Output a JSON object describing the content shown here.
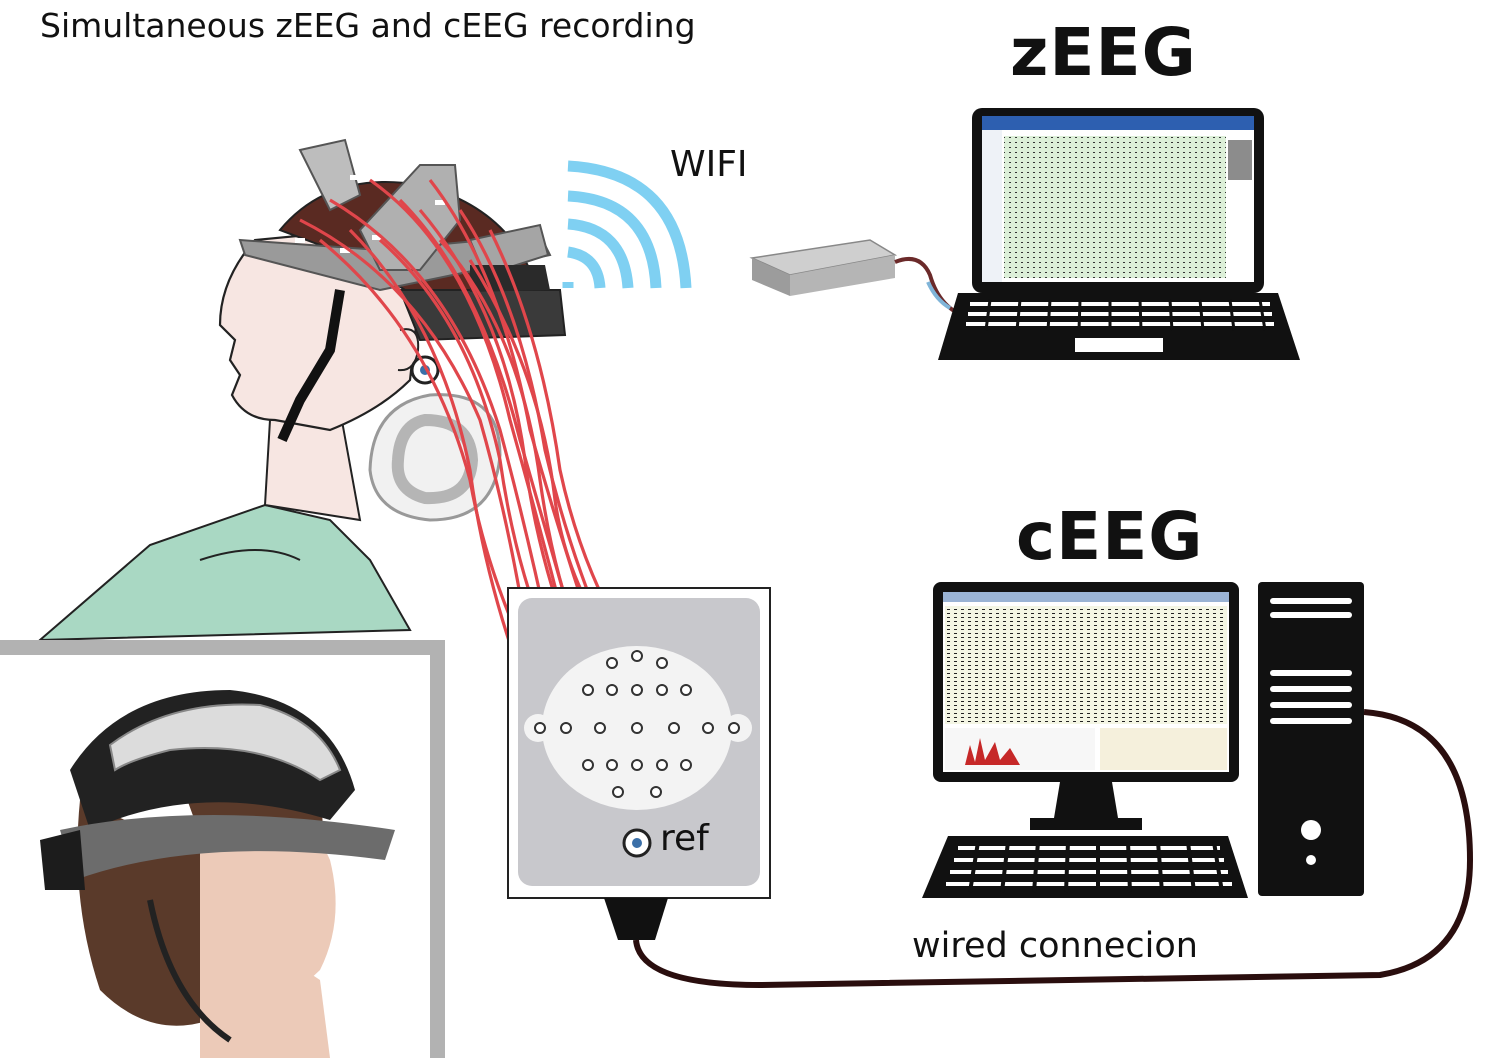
{
  "title": "Simultaneous zEEG and cEEG recording",
  "labels": {
    "zeeg": "zEEG",
    "wifi": "WIFI",
    "ceeg": "cEEG",
    "ref": "ref",
    "wired": "wired connecion"
  },
  "colors": {
    "electrode_wires": "#e0464b",
    "wifi_signal": "#7fd0f2",
    "headset": "#9a9a9a",
    "eeg_screen": "#dcefd8",
    "cable": "#2a0e0e",
    "shirt": "#a9d8c3",
    "skin": "#f7e6e2"
  },
  "icons": [
    "laptop-icon",
    "desktop-computer-icon",
    "wifi-icon",
    "wifi-receiver-icon",
    "eeg-headset-icon"
  ]
}
